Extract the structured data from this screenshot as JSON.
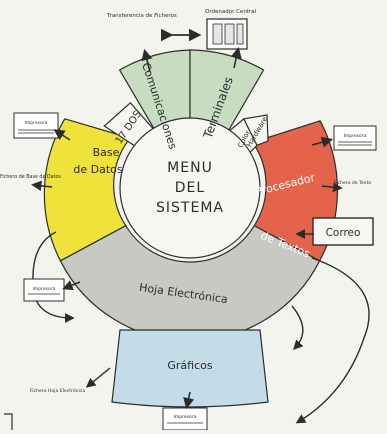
{
  "center": {
    "line1": "MENU",
    "line2": "DEL",
    "line3": "SISTEMA"
  },
  "segments": {
    "comunicaciones": "Comunicaciones",
    "terminales": "Terminales",
    "dos": "17 DOS",
    "color": "Color",
    "hardware": "Hardware",
    "base_datos_1": "Base",
    "base_datos_2": "de Datos",
    "procesador_1": "Procesador",
    "procesador_2": "de Textos",
    "correo": "Correo",
    "hoja": "Hoja Electrónica",
    "graficos": "Gráficos"
  },
  "peripherals": {
    "top_left_label": "Transferencia de Ficheros",
    "top_right_label": "Ordenador Central",
    "impresora": "Impresora",
    "fichero_base": "Fichero de Base de Datos",
    "fichero_texto": "Fichero de Texto",
    "fichero_hoja": "Fichero Hoja Electrónica"
  },
  "colors": {
    "base": "#efe23a",
    "procesador": "#e4634a",
    "hoja": "#c9c9c3",
    "graficos": "#c4dbe8",
    "green": "#c7dcc0",
    "white": "#f7f7f2",
    "outline": "#2c2c2c"
  }
}
